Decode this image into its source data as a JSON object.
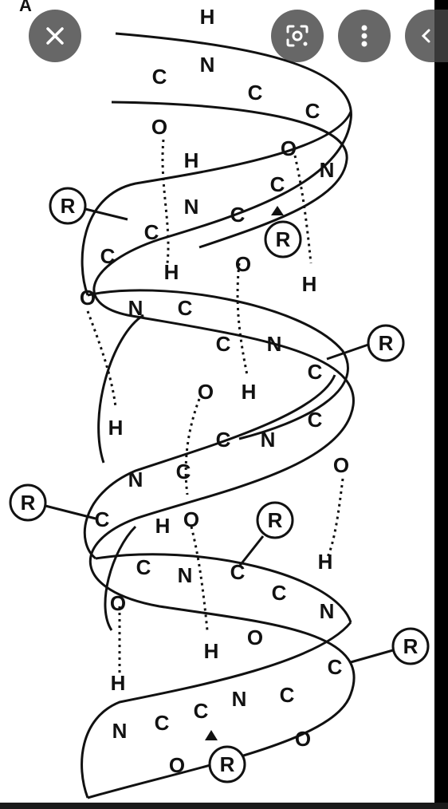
{
  "figure": {
    "panel_label": "A",
    "atom_labels": [
      "H",
      "N",
      "C",
      "O",
      "R"
    ],
    "side_chain_label": "R"
  },
  "toolbar": {
    "close": {
      "icon": "close-icon",
      "label": "Close"
    },
    "lens": {
      "icon": "lens-icon",
      "label": "Search image"
    },
    "more": {
      "icon": "more-vert-icon",
      "label": "More options"
    },
    "back": {
      "icon": "chevron-left-icon",
      "label": "Back"
    }
  },
  "colors": {
    "background": "#000000",
    "image_bg": "#ffffff",
    "button_bg": "#464646",
    "line": "#111111"
  }
}
